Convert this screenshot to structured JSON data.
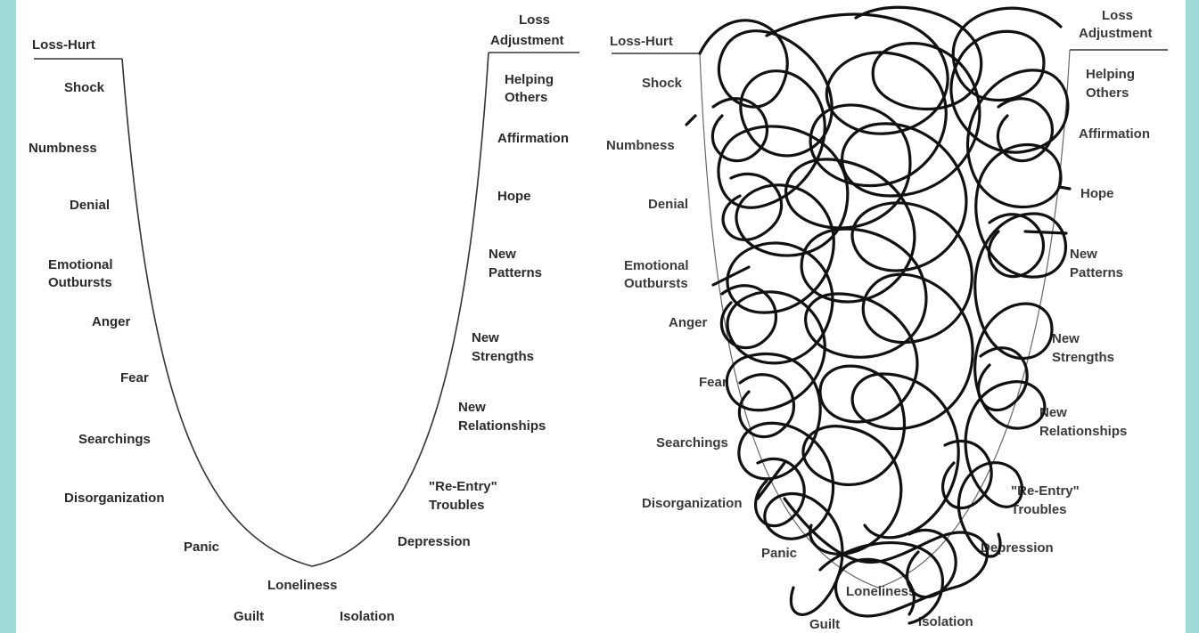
{
  "colors": {
    "frame": "#9fdcd8",
    "paper": "#ffffff",
    "ink": "#2b2b2b",
    "scribble": "#111111"
  },
  "left_diagram": {
    "start_label": "Loss-Hurt",
    "end_label_line1": "Loss",
    "end_label_line2": "Adjustment",
    "descent": [
      "Shock",
      "Numbness",
      "Denial",
      "Emotional",
      "Outbursts",
      "Anger",
      "Fear",
      "Searchings",
      "Disorganization",
      "Panic",
      "Loneliness",
      "Guilt",
      "Isolation"
    ],
    "ascent": [
      "Helping",
      "Others",
      "Affirmation",
      "Hope",
      "New",
      "Patterns",
      "New",
      "Strengths",
      "New",
      "Relationships",
      "\"Re-Entry\"",
      "Troubles",
      "Depression"
    ]
  },
  "right_diagram": {
    "start_label": "Loss-Hurt",
    "end_label_line1": "Loss",
    "end_label_line2": "Adjustment",
    "descent": [
      "Shock",
      "Numbness",
      "Denial",
      "Emotional",
      "Outbursts",
      "Anger",
      "Fear",
      "Searchings",
      "Disorganization",
      "Panic",
      "Loneliness",
      "Guilt",
      "Isolation"
    ],
    "ascent": [
      "Helping",
      "Others",
      "Affirmation",
      "Hope",
      "New",
      "Patterns",
      "New",
      "Strengths",
      "New",
      "Relationships",
      "\"Re-Entry\"",
      "Troubles",
      "Depression"
    ]
  }
}
